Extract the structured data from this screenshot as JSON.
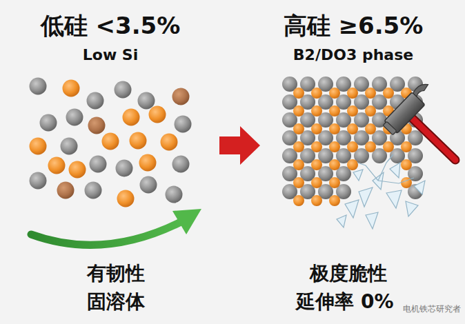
{
  "diagram": {
    "labels": [
      "低硅 <3.5%",
      "Low Si",
      "高硅 ≥6.5%",
      "B2/DO3 phase",
      "有韧性",
      "固溶体",
      "极度脆性",
      "延伸率 0%",
      "电机铁芯研究者"
    ]
  }
}
